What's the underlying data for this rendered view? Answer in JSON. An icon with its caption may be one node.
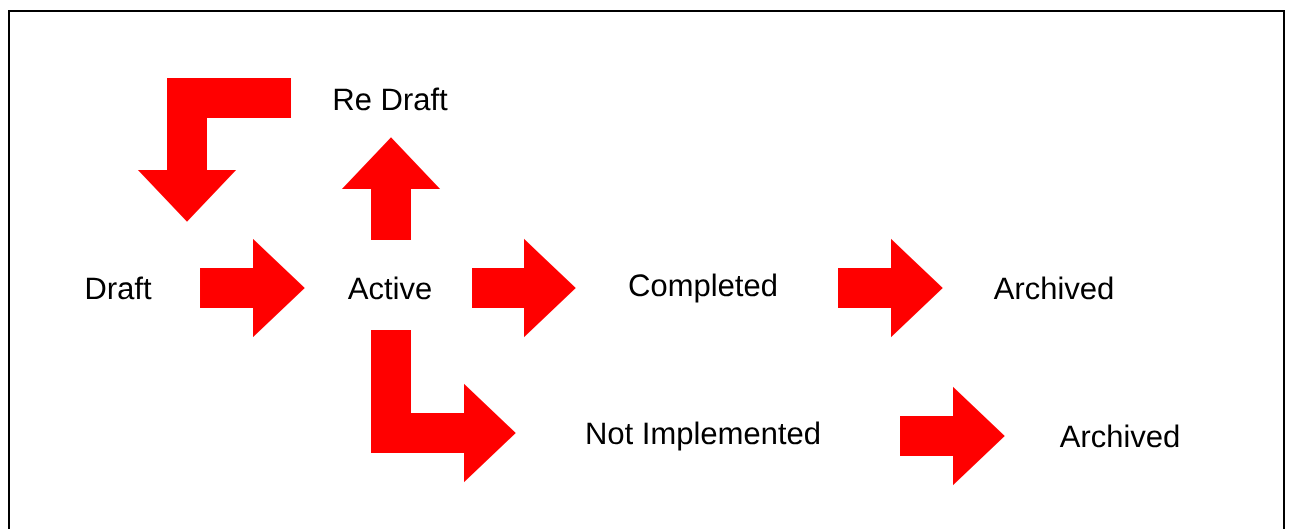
{
  "diagram": {
    "nodes": [
      {
        "text": [
          "Draft"
        ]
      },
      {
        "text": [
          "Active"
        ]
      },
      {
        "text": [
          "Re Draft"
        ]
      },
      {
        "text": [
          "Completed"
        ]
      },
      {
        "text": [
          "Archived"
        ]
      },
      {
        "text": [
          "Not Implemented"
        ]
      },
      {
        "text": [
          "Archived"
        ]
      }
    ],
    "edges": [
      {
        "from": 0,
        "to": 1,
        "arrow": "to"
      },
      {
        "from": 1,
        "to": 2,
        "arrow": "to"
      },
      {
        "from": 2,
        "to": 0,
        "arrow": "to"
      },
      {
        "from": 1,
        "to": 3,
        "arrow": "to"
      },
      {
        "from": 3,
        "to": 4,
        "arrow": "to"
      },
      {
        "from": 1,
        "to": 5,
        "arrow": "to"
      },
      {
        "from": 5,
        "to": 6,
        "arrow": "to"
      }
    ]
  }
}
